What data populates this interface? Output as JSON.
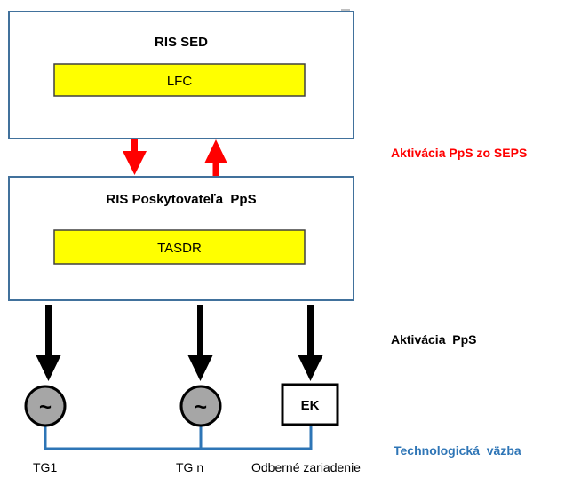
{
  "top_box": {
    "title": "RIS SED",
    "inner_label": "LFC"
  },
  "middle_box": {
    "title": "RIS Poskytovateľa  PpS",
    "inner_label": "TASDR"
  },
  "labels": {
    "seps_activation": "Aktivácia  PpS zo SEPS",
    "pps_activation": "Aktivácia  PpS",
    "tech_link": "Technologická  väzba"
  },
  "devices": {
    "ek_label": "EK",
    "generator_symbol": "~",
    "tg1": "TG1",
    "tgn": "TG n",
    "consumer": "Odberné zariadenie"
  },
  "colors": {
    "box_border": "#41719c",
    "inner_fill": "#ffff00",
    "inner_border": "#404040",
    "red_arrow": "#ff0000",
    "red_text": "#ff0000",
    "blue_text": "#2e75b6",
    "tech_line": "#2e75b6",
    "generator_fill": "#a6a6a6",
    "black": "#000000"
  }
}
